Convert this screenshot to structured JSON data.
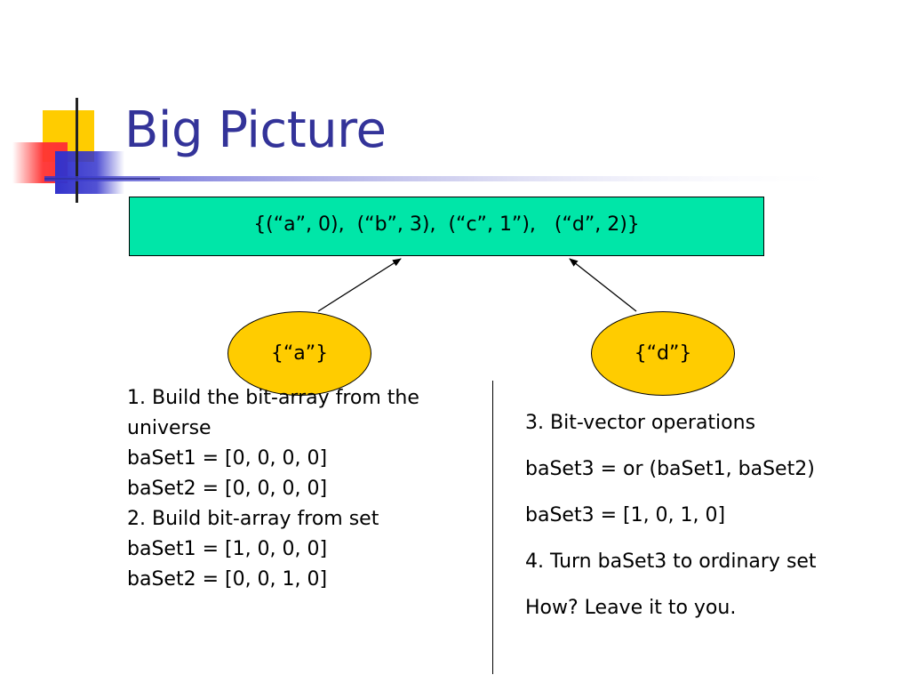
{
  "slide": {
    "title": "Big Picture",
    "set_box_text": "{(“a”, 0),  (“b”, 3),  (“c”, 1”),   (“d”, 2)}",
    "left_ellipse_text": "{“a”}",
    "right_ellipse_text": "{“d”}",
    "left_column": [
      "1. Build the bit-array from the",
      "universe",
      "baSet1 = [0, 0, 0, 0]",
      "baSet2 = [0, 0, 0, 0]",
      "2. Build bit-array from set",
      "baSet1 = [1, 0, 0, 0]",
      "baSet2 = [0, 0, 1, 0]"
    ],
    "right_column": [
      "3. Bit-vector operations",
      "baSet3 = or (baSet1, baSet2)",
      "baSet3 = [1, 0, 1, 0]",
      "4. Turn baSet3 to ordinary set",
      "How? Leave it to you."
    ]
  },
  "colors": {
    "title": "#333399",
    "set_box_fill": "#00E6A8",
    "ellipse_fill": "#FFCC00",
    "logo_yellow": "#FFCC00",
    "logo_blue": "#3333CC",
    "logo_red": "#FF3333"
  }
}
